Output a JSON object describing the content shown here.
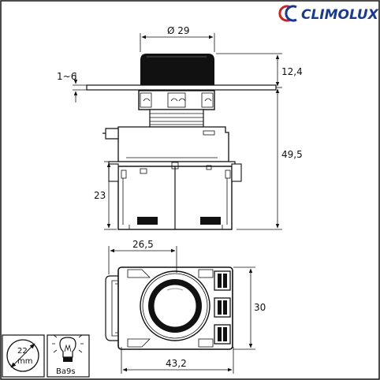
{
  "brand": {
    "name": "CLIMOLUX",
    "color": "#1a3a8f",
    "watermark_color": "#c8cbe0"
  },
  "dimensions": {
    "diameter": "Ø 29",
    "panel_thickness": "1~6",
    "height_top": "12,4",
    "height_total": "49,5",
    "base_height": "23",
    "width_front": "26,5",
    "depth": "30",
    "width_total": "43,2"
  },
  "badges": {
    "mounting_hole": {
      "value": "22",
      "unit": "mm"
    },
    "bulb": {
      "label": "Ba9s"
    }
  }
}
